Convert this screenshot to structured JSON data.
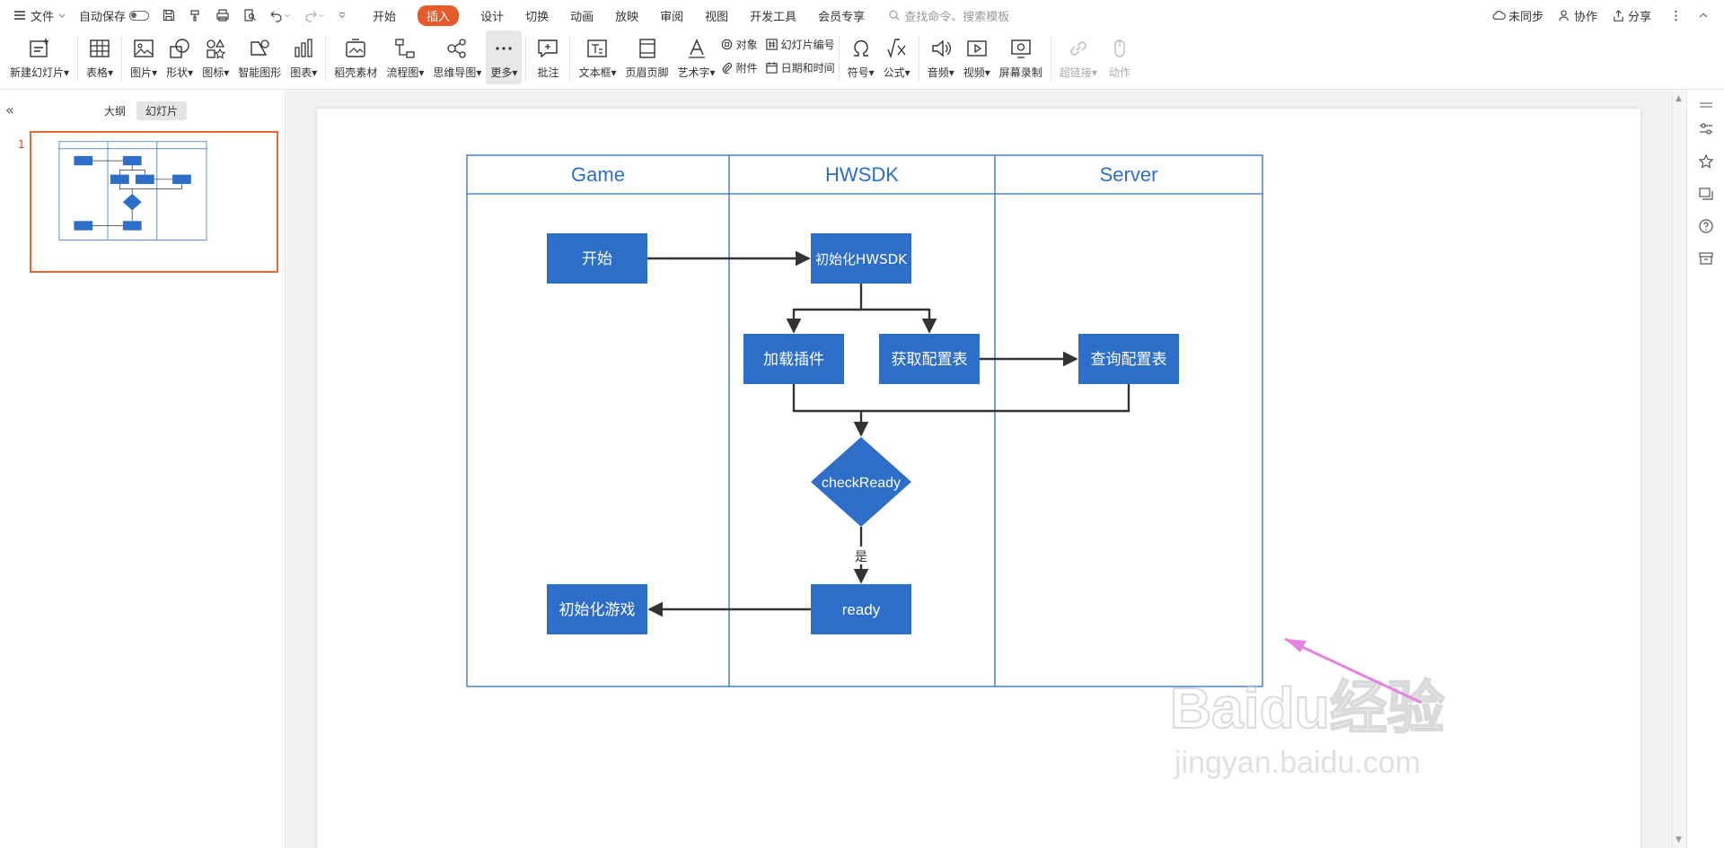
{
  "menubar": {
    "file": "文件",
    "autosave": "自动保存",
    "tabs": [
      "开始",
      "插入",
      "设计",
      "切换",
      "动画",
      "放映",
      "审阅",
      "视图",
      "开发工具",
      "会员专享"
    ],
    "active_tab": "插入",
    "search_placeholder": "查找命令、搜索模板",
    "right": {
      "sync": "未同步",
      "collab": "协作",
      "share": "分享"
    }
  },
  "ribbon": {
    "new_slide": "新建幻灯片",
    "table": "表格",
    "picture": "图片",
    "shape": "形状",
    "icon": "图标",
    "smartart": "智能图形",
    "chart": "图表",
    "material": "稻壳素材",
    "flowchart": "流程图",
    "mindmap": "思维导图",
    "more": "更多",
    "comment": "批注",
    "textbox": "文本框",
    "header_footer": "页眉页脚",
    "wordart": "艺术字",
    "object": "对象",
    "attachment": "附件",
    "slide_number": "幻灯片编号",
    "datetime": "日期和时间",
    "symbol": "符号",
    "formula": "公式",
    "audio": "音频",
    "video": "视频",
    "screen_record": "屏幕录制",
    "hyperlink": "超链接",
    "action": "动作"
  },
  "leftpanel": {
    "tab_outline": "大纲",
    "tab_slides": "幻灯片",
    "slide_number": "1"
  },
  "diagram": {
    "lanes": [
      "Game",
      "HWSDK",
      "Server"
    ],
    "nodes": {
      "start": "开始",
      "init_sdk": "初始化HWSDK",
      "load_plugin": "加载插件",
      "get_config": "获取配置表",
      "query_config": "查询配置表",
      "check": "checkReady",
      "ready": "ready",
      "init_game": "初始化游戏"
    },
    "edge_label_yes": "是",
    "colors": {
      "box": "#2d6ec9",
      "lane_border": "#2d6ec9",
      "lane_title": "#2d6ec9",
      "arrow": "#333333"
    }
  },
  "watermark": {
    "brand": "Baidu经验",
    "url": "jingyan.baidu.com"
  }
}
